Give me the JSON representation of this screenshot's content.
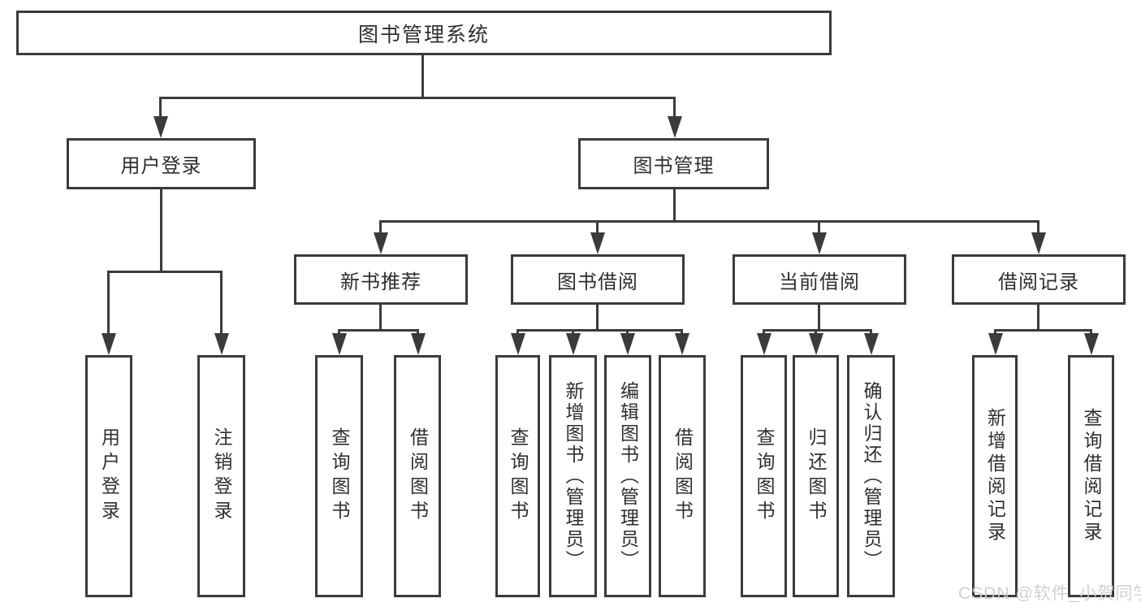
{
  "diagram": {
    "root": {
      "label": "图书管理系统"
    },
    "modules": {
      "user_login": {
        "label": "用户登录"
      },
      "book_management": {
        "label": "图书管理"
      }
    },
    "sections": {
      "new_book_recommendation": {
        "label": "新书推荐"
      },
      "book_borrowing": {
        "label": "图书借阅"
      },
      "current_borrowing": {
        "label": "当前借阅"
      },
      "borrowing_records": {
        "label": "借阅记录"
      }
    },
    "functions": {
      "user_login": {
        "login": "用户登录",
        "logout": "注销登录"
      },
      "new_book_recommendation": {
        "query_books": "查询图书",
        "borrow_books": "借阅图书"
      },
      "book_borrowing": {
        "query_books": "查询图书",
        "add_books_admin": "新增图书（管理员）",
        "edit_books_admin": "编辑图书（管理员）",
        "borrow_books": "借阅图书"
      },
      "current_borrowing": {
        "query_books": "查询图书",
        "return_books": "归还图书",
        "confirm_return_admin": "确认归还（管理员）"
      },
      "borrowing_records": {
        "add_borrow_record": "新增借阅记录",
        "query_borrow_record": "查询借阅记录"
      }
    },
    "watermark": "CSDN @软件_小贺同学",
    "colors": {
      "line": "#3b3b3b",
      "text": "#2f2f2f",
      "background": "#ffffff",
      "watermark": "#c9ced4"
    }
  }
}
